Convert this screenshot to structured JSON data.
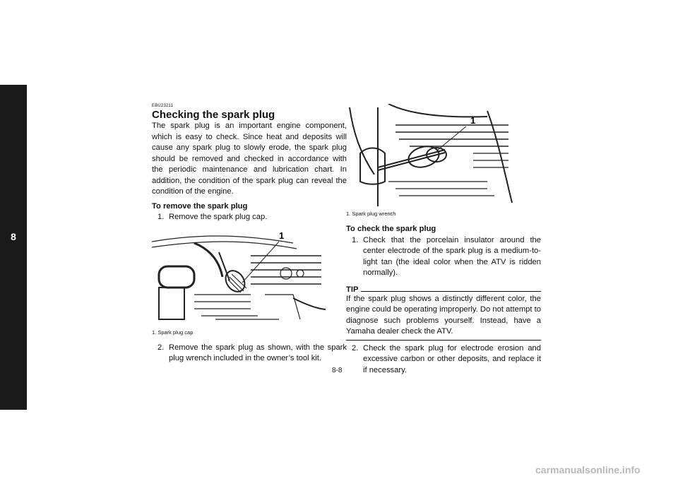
{
  "section_tab": "8",
  "page_number": "8-8",
  "watermark": "carmanualsonline.info",
  "left": {
    "code": "EBU23211",
    "title": "Checking the spark plug",
    "intro": "The spark plug is an important engine component, which is easy to check. Since heat and deposits will cause any spark plug to slowly erode, the spark plug should be removed and checked in accordance with the periodic maintenance and lubrication chart. In addition, the condition of the spark plug can reveal the condition of the engine.",
    "remove_heading": "To remove the spark plug",
    "step1_num": "1.",
    "step1_text": "Remove the spark plug cap.",
    "fig1_callout": "1",
    "fig1_caption": "1.  Spark plug cap",
    "step2_num": "2.",
    "step2_text": "Remove the spark plug as shown, with the spark plug wrench included in the owner’s tool kit."
  },
  "right": {
    "fig2_callout": "1",
    "fig2_caption": "1.  Spark plug wrench",
    "check_heading": "To check the spark plug",
    "step1_num": "1.",
    "step1_text": "Check that the porcelain insulator around the center electrode of the spark plug is a medium-to-light tan (the ideal color when the ATV is ridden normally).",
    "tip_label": "TIP",
    "tip_text": "If the spark plug shows a distinctly different color, the engine could be operating improperly. Do not attempt to diagnose such problems yourself. Instead, have a Yamaha dealer check the ATV.",
    "step2_num": "2.",
    "step2_text": "Check the spark plug for electrode erosion and excessive carbon or other deposits, and replace it if necessary."
  }
}
